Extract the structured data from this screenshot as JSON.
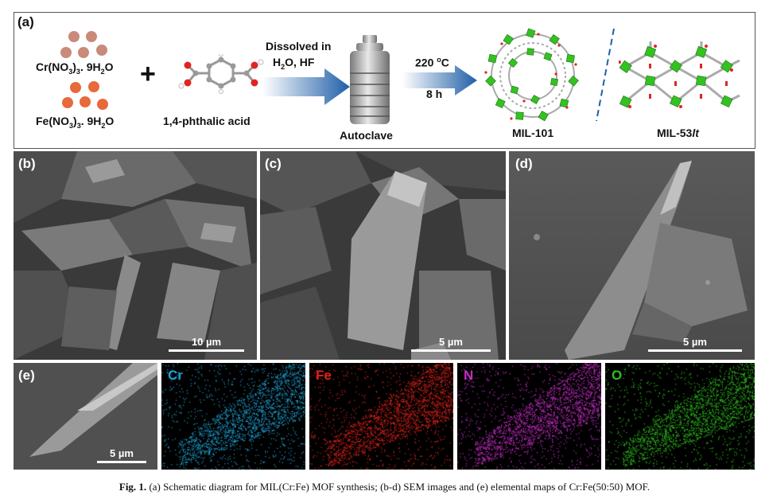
{
  "panel_a": {
    "letter": "(a)",
    "cr_label_main": "Cr(NO",
    "cr_label_sub3": "3",
    "cr_label_mid": ")",
    "cr_label_sub3b": "3",
    "cr_label_end": ". 9H",
    "cr_label_sub2": "2",
    "cr_label_o": "O",
    "fe_label_main": "Fe(NO",
    "fe_label_sub3": "3",
    "fe_label_mid": ")",
    "fe_label_sub3b": "3",
    "fe_label_end": ". 9H",
    "fe_label_sub2": "2",
    "fe_label_o": "O",
    "plus": "+",
    "acid_label": "1,4-phthalic acid",
    "arrow1_line1": "Dissolved in",
    "arrow1_line2_a": "H",
    "arrow1_line2_sub": "2",
    "arrow1_line2_b": "O, HF",
    "autoclave_label": "Autoclave",
    "arrow2_line1_a": "220 ",
    "arrow2_line1_sup": "o",
    "arrow2_line1_b": "C",
    "arrow2_line2": "8 h",
    "mil101_label": "MIL-101",
    "mil53_label_a": "MIL-53",
    "mil53_label_b": "lt",
    "colors": {
      "cr_particle": "#c98a7a",
      "fe_particle": "#e8693a",
      "arrow": "#1f5fa8",
      "accent_green": "#33c21f"
    }
  },
  "panels_sem": [
    {
      "letter": "(b)",
      "scale": "10 µm"
    },
    {
      "letter": "(c)",
      "scale": "5 µm"
    },
    {
      "letter": "(d)",
      "scale": "5 µm"
    }
  ],
  "panel_e": {
    "letter": "(e)",
    "scale": "5 µm",
    "maps": [
      {
        "element": "Cr",
        "color": "#1fa3d6"
      },
      {
        "element": "Fe",
        "color": "#e2231a"
      },
      {
        "element": "N",
        "color": "#c42ec4"
      },
      {
        "element": "O",
        "color": "#2fbf1f"
      }
    ]
  },
  "caption": {
    "fig": "Fig. 1.",
    "text": " (a) Schematic diagram for MIL(Cr:Fe) MOF synthesis; (b-d) SEM images and (e) elemental maps of Cr:Fe(50:50) MOF."
  }
}
